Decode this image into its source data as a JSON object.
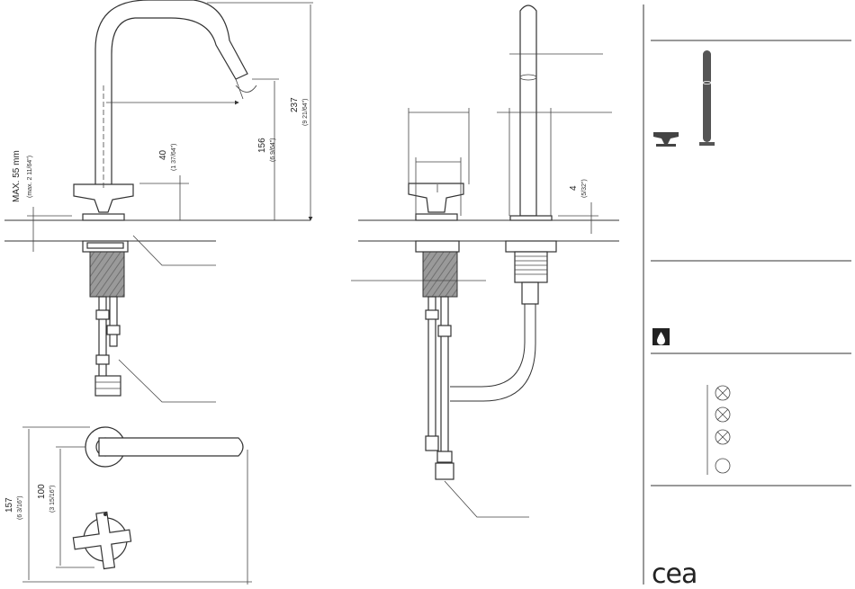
{
  "dimensions": {
    "max_deck": "MAX. 55 mm",
    "max_deck_in": "(max. 2 11/64\")",
    "d40": "40",
    "d40_in": "(1 37/64\")",
    "d156": "156",
    "d156_in": "(6 9/64\")",
    "d237": "237",
    "d237_in": "(9 21/64\")",
    "d157": "157",
    "d157_in": "(6 3/16\")",
    "d100": "100",
    "d100_in": "(3 15/16\")",
    "d4": "4",
    "d4_in": "(5/32\")"
  },
  "icons": {
    "water_icon": "water-drop-icon",
    "cross_handle_icon": "cross-handle-icon",
    "spout_icon": "spout-icon",
    "crossed_circle": "crossed-circle-icon",
    "open_circle": "circle-icon"
  },
  "brand": {
    "logo_text": "cea"
  },
  "colors": {
    "line": "#333333",
    "hatch": "#8a8a8a",
    "panel": "#222222"
  }
}
